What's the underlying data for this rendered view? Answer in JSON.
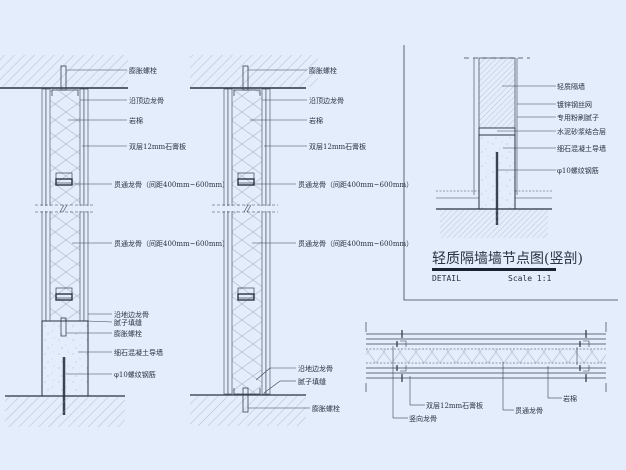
{
  "colors": {
    "background": "#e3edfb",
    "line": "#3a4350",
    "hatch": "#8fa0b8",
    "insulation": "#9aa8bc"
  },
  "section_1": {
    "labels": [
      "膨胀螺栓",
      "沿顶边龙骨",
      "岩棉",
      "双层12mm石膏板",
      "贯通龙骨（间距400mm~600mm）",
      "贯通龙骨（间距400mm~600mm）",
      "沿地边龙骨",
      "腻子填缝",
      "膨胀螺栓",
      "细石混凝土导墙",
      "φ10螺纹钢筋"
    ]
  },
  "section_2": {
    "labels": [
      "膨胀螺栓",
      "沿顶边龙骨",
      "岩棉",
      "双层12mm石膏板",
      "贯通龙骨（间距400mm~600mm）",
      "贯通龙骨（间距400mm~600mm）",
      "沿地边龙骨",
      "腻子填缝",
      "膨胀螺栓"
    ]
  },
  "section_3": {
    "labels": [
      "轻质隔墙",
      "镀锌钢丝网",
      "专用粉刷腻子",
      "水泥砂浆结合层",
      "细石混凝土导墙",
      "φ10螺纹钢筋"
    ],
    "title": "轻质隔墙墙节点图(竖剖)",
    "detail_label": "DETAIL",
    "scale_label": "Scale 1:1"
  },
  "plan_section": {
    "labels": [
      "双层12mm石膏板",
      "竖向龙骨",
      "贯通龙骨",
      "岩棉"
    ]
  }
}
